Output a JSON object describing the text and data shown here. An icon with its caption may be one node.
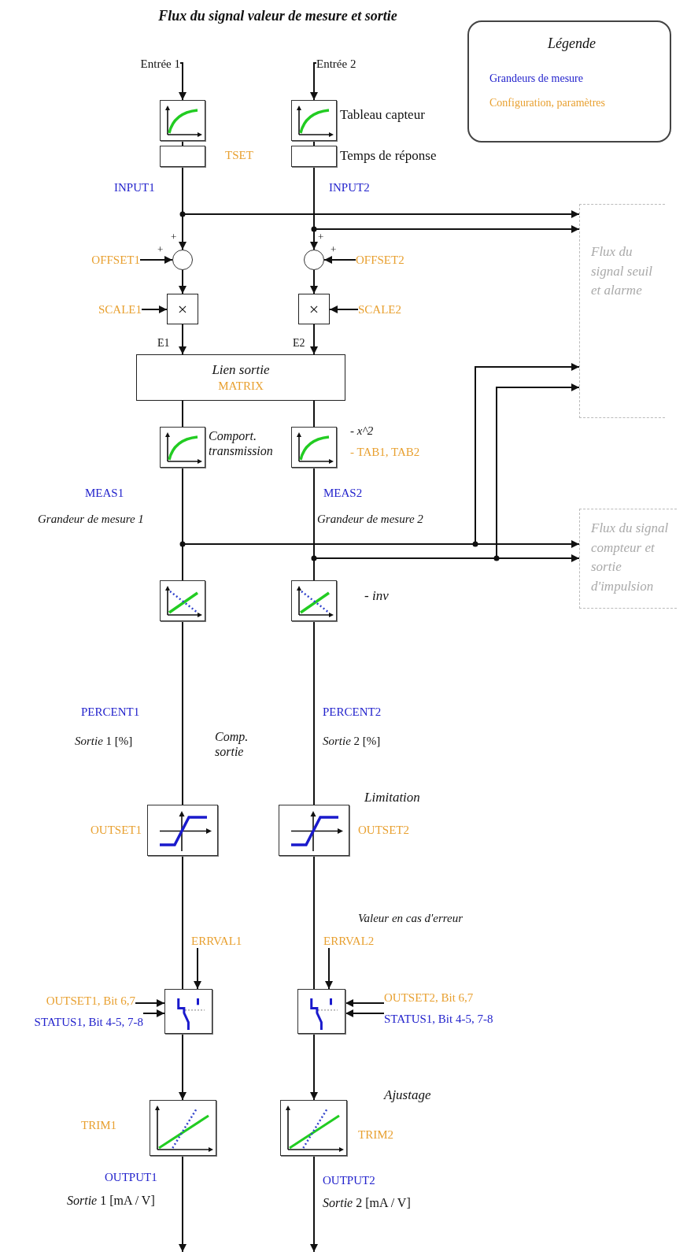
{
  "diagram": {
    "title": "Flux du signal valeur de mesure et sortie",
    "nodes": [
      {
        "text": [],
        "shape": "box"
      },
      {
        "text": [],
        "shape": "box",
        "beside": [
          "Tableau capteur"
        ]
      },
      {
        "text": [],
        "shape": "box"
      },
      {
        "text": [],
        "shape": "box",
        "beside": [
          "Temps de réponse"
        ]
      },
      {
        "text": [],
        "shape": "circle"
      },
      {
        "text": [],
        "shape": "circle"
      },
      {
        "text": [
          "×"
        ]
      },
      {
        "text": [
          "×"
        ]
      },
      {
        "text": [
          "Lien sortie",
          "MATRIX"
        ]
      },
      {
        "text": [],
        "shape": "box",
        "beside": [
          "Comport. transmission"
        ]
      },
      {
        "text": [],
        "shape": "box",
        "beside": [
          "- x^2",
          "- TAB1, TAB2"
        ]
      },
      {
        "text": [],
        "shape": "box"
      },
      {
        "text": [],
        "shape": "box",
        "beside": [
          "- inv"
        ]
      },
      {
        "text": [],
        "shape": "box",
        "beside": [
          "OUTSET1"
        ]
      },
      {
        "text": [],
        "shape": "box",
        "beside": [
          "Limitation",
          "OUTSET2"
        ]
      },
      {
        "text": [],
        "shape": "box"
      },
      {
        "text": [],
        "shape": "box"
      },
      {
        "text": [],
        "shape": "box",
        "beside": [
          "TRIM1"
        ]
      },
      {
        "text": [],
        "shape": "box",
        "beside": [
          "Ajustage",
          "TRIM2"
        ]
      },
      {
        "text": [
          "Flux du signal seuil et alarme"
        ]
      },
      {
        "text": [
          "Flux du signal compteur et sortie d'impulsion"
        ]
      },
      {
        "text": [
          "OFFSET1"
        ]
      },
      {
        "text": [
          "OFFSET2"
        ]
      },
      {
        "text": [
          "SCALE1"
        ]
      },
      {
        "text": [
          "SCALE2"
        ]
      },
      {
        "text": [
          "ERRVAL1"
        ]
      },
      {
        "text": [
          "ERRVAL2"
        ]
      },
      {
        "text": [
          "OUTSET1, Bit 6,7"
        ]
      },
      {
        "text": [
          "STATUS1, Bit 4-5, 7-8"
        ]
      },
      {
        "text": [
          "OUTSET2, Bit 6,7"
        ]
      },
      {
        "text": [
          "STATUS1, Bit 4-5, 7-8"
        ]
      },
      {
        "text": [
          "Entrée 1"
        ]
      },
      {
        "text": [
          "Entrée 2"
        ]
      }
    ],
    "edges": [
      {
        "from": 31,
        "to": 0,
        "arrow": "to"
      },
      {
        "from": 32,
        "to": 1,
        "arrow": "to"
      },
      {
        "from": 0,
        "to": 2,
        "arrow": "none"
      },
      {
        "from": 1,
        "to": 3,
        "arrow": "none"
      },
      {
        "from": 2,
        "to": 4,
        "arrow": "to"
      },
      {
        "from": 3,
        "to": 5,
        "arrow": "to"
      },
      {
        "from": 2,
        "to": 19,
        "arrow": "to"
      },
      {
        "from": 3,
        "to": 19,
        "arrow": "to"
      },
      {
        "from": 21,
        "to": 4,
        "arrow": "to"
      },
      {
        "from": 22,
        "to": 5,
        "arrow": "to"
      },
      {
        "from": 4,
        "to": 6,
        "arrow": "to"
      },
      {
        "from": 5,
        "to": 7,
        "arrow": "to"
      },
      {
        "from": 23,
        "to": 6,
        "arrow": "to"
      },
      {
        "from": 24,
        "to": 7,
        "arrow": "to"
      },
      {
        "from": 6,
        "to": 8,
        "arrow": "to"
      },
      {
        "from": 7,
        "to": 8,
        "arrow": "to"
      },
      {
        "from": 8,
        "to": 9,
        "arrow": "none"
      },
      {
        "from": 8,
        "to": 10,
        "arrow": "none"
      },
      {
        "from": 9,
        "to": 11,
        "arrow": "none"
      },
      {
        "from": 10,
        "to": 12,
        "arrow": "none"
      },
      {
        "from": 9,
        "to": 20,
        "arrow": "to"
      },
      {
        "from": 10,
        "to": 20,
        "arrow": "to"
      },
      {
        "from": 9,
        "to": 19,
        "arrow": "to"
      },
      {
        "from": 10,
        "to": 19,
        "arrow": "to"
      },
      {
        "from": 11,
        "to": 13,
        "arrow": "none"
      },
      {
        "from": 12,
        "to": 14,
        "arrow": "none"
      },
      {
        "from": 13,
        "to": 15,
        "arrow": "none"
      },
      {
        "from": 14,
        "to": 16,
        "arrow": "none"
      },
      {
        "from": 25,
        "to": 15,
        "arrow": "to"
      },
      {
        "from": 26,
        "to": 16,
        "arrow": "to"
      },
      {
        "from": 27,
        "to": 15,
        "arrow": "to"
      },
      {
        "from": 28,
        "to": 15,
        "arrow": "to"
      },
      {
        "from": 29,
        "to": 16,
        "arrow": "to"
      },
      {
        "from": 30,
        "to": 16,
        "arrow": "to"
      },
      {
        "from": 15,
        "to": 17,
        "arrow": "to"
      },
      {
        "from": 16,
        "to": 18,
        "arrow": "to"
      },
      {
        "from": 17,
        "to": null,
        "arrow": "to"
      },
      {
        "from": 18,
        "to": null,
        "arrow": "to"
      }
    ],
    "labels": [
      "Légende",
      "TSET",
      "INPUT1",
      "INPUT2",
      "+",
      "+",
      "+",
      "+",
      "E1",
      "E2",
      "MEAS1",
      "MEAS2",
      "Grandeur de mesure 1",
      "Grandeur de mesure 2",
      "PERCENT1",
      "PERCENT2",
      "*Sortie* 1 [%]",
      "Comp. sortie",
      "*Sortie* 2 [%]",
      "Valeur en cas d'erreur",
      "OUTPUT1",
      "OUTPUT2",
      "*Sortie* 1 [mA / V]",
      "*Sortie* 2 [mA / V]"
    ],
    "legend": [
      {
        "text": "Grandeurs de mesure",
        "color": "#2222cc"
      },
      {
        "text": "Configuration, paramètres",
        "color": "#e8a030"
      }
    ]
  }
}
